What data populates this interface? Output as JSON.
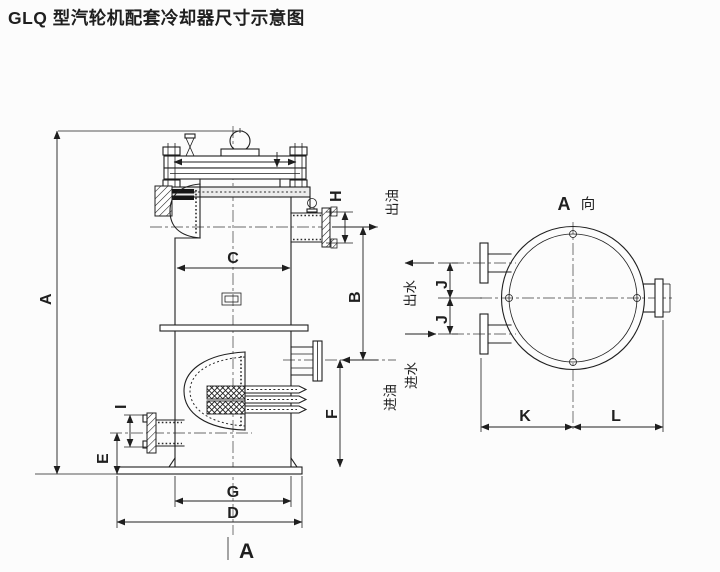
{
  "title": "GLQ 型汽轮机配套冷却器尺寸示意图",
  "main_view": {
    "dims": {
      "A": "A",
      "B": "B",
      "C": "C",
      "D": "D",
      "E": "E",
      "F": "F",
      "G": "G",
      "H": "H",
      "I": "I"
    },
    "flow_labels": {
      "oil_out": "出油",
      "water_in": "进水",
      "oil_in": "进油"
    },
    "section_arrow_label": "A"
  },
  "aux_view": {
    "title_letter": "A",
    "title_suffix": "向",
    "dims": {
      "J_upper": "J",
      "J_lower": "J",
      "K": "K",
      "L": "L"
    },
    "flow_labels": {
      "water_out": "出水"
    }
  },
  "colors": {
    "ink": "#1f1f1f",
    "paper": "#fcfcfc"
  }
}
